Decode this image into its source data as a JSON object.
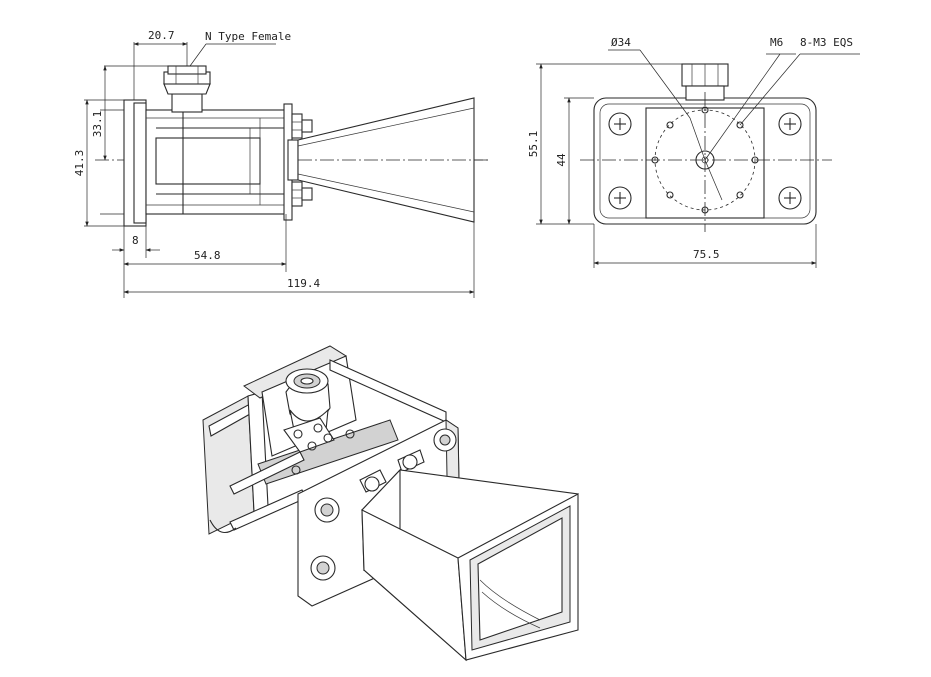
{
  "side_view": {
    "connector_label": "N Type Female",
    "dim_connector_offset": "20.7",
    "dim_flange_inner": "33.1",
    "dim_flange_outer": "41.3",
    "dim_flange_thickness": "8",
    "dim_body_length": "54.8",
    "dim_total_length": "119.4"
  },
  "front_view": {
    "dim_bolt_circle": "Ø34",
    "dim_center_thread": "M6",
    "dim_holes": "8-M3 EQS",
    "dim_height_outer": "55.1",
    "dim_height_inner": "44",
    "dim_width": "75.5"
  }
}
